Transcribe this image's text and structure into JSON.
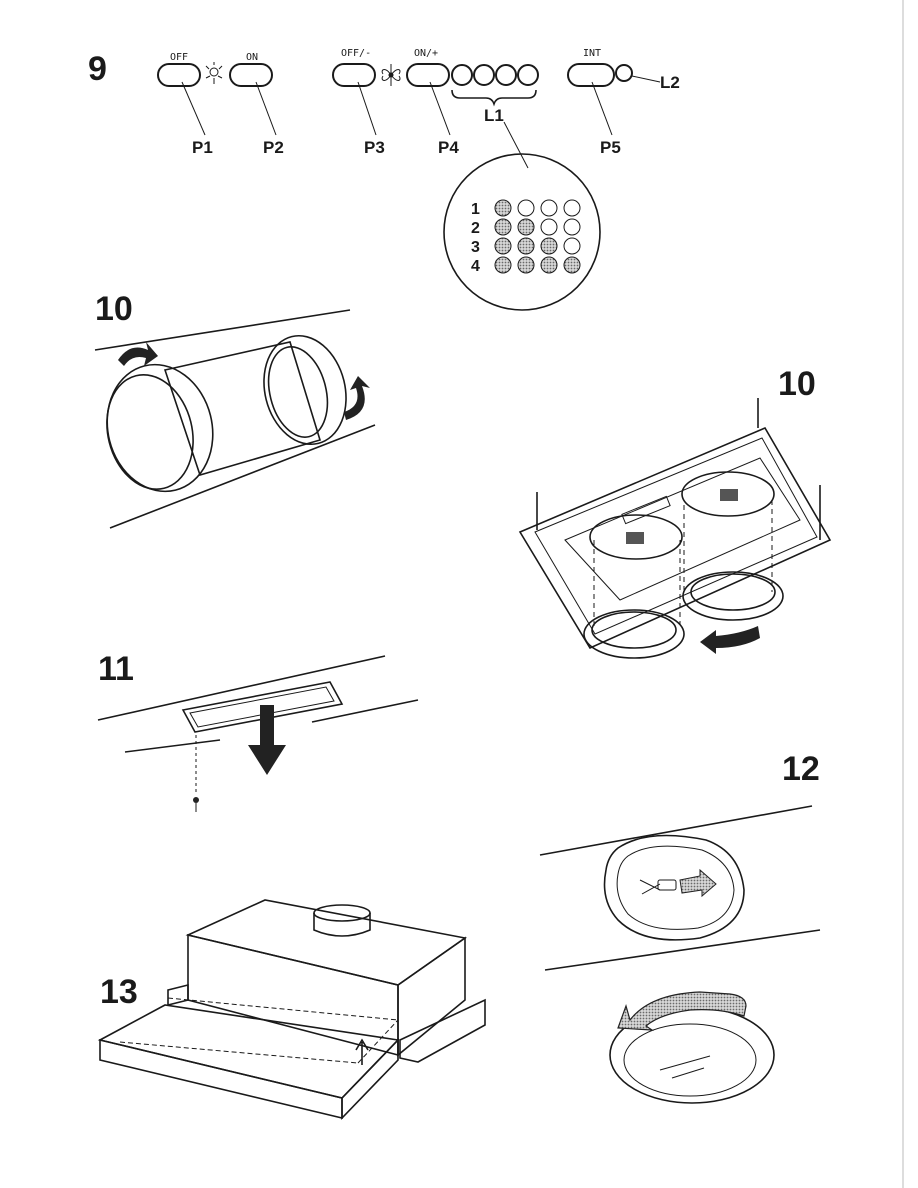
{
  "figures": {
    "fig9": {
      "number": "9",
      "buttons": {
        "off": "OFF",
        "on": "ON",
        "off_minus": "OFF/-",
        "on_plus": "ON/+",
        "int": "INT"
      },
      "callouts": {
        "p1": "P1",
        "p2": "P2",
        "p3": "P3",
        "p4": "P4",
        "p5": "P5",
        "l1": "L1",
        "l2": "L2"
      },
      "speed_rows": [
        {
          "label": "1",
          "lit": 1
        },
        {
          "label": "2",
          "lit": 2
        },
        {
          "label": "3",
          "lit": 3
        },
        {
          "label": "4",
          "lit": 4
        }
      ]
    },
    "fig10_left": {
      "number": "10"
    },
    "fig10_right": {
      "number": "10"
    },
    "fig11": {
      "number": "11"
    },
    "fig12": {
      "number": "12"
    },
    "fig13": {
      "number": "13"
    }
  },
  "colors": {
    "ink": "#1a1a1a",
    "led_lit": "#9a9a9a",
    "paper": "#ffffff"
  }
}
